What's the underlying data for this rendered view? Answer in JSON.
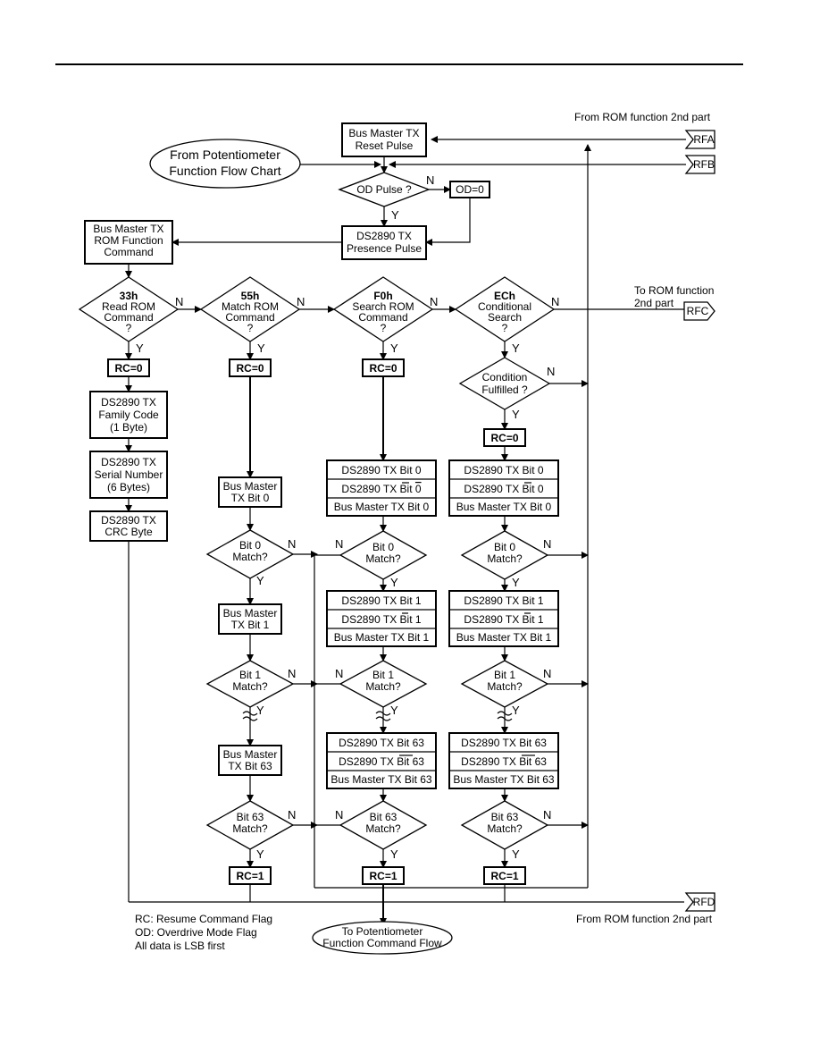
{
  "labels": {
    "from_rom_2nd_top": "From ROM function 2nd part",
    "from_rom_2nd_bottom": "From ROM function 2nd part",
    "to_rom_line1": "To ROM function",
    "to_rom_line2": "2nd part",
    "yes": "Y",
    "no": "N"
  },
  "connectors": {
    "rfa": "RFA",
    "rfb": "RFB",
    "rfc": "RFC",
    "rfd": "RFD"
  },
  "start": {
    "line1": "From Potentiometer",
    "line2": "Function Flow Chart"
  },
  "end": {
    "line1": "To Potentiometer",
    "line2": "Function Command Flow"
  },
  "reset": {
    "line1": "Bus Master TX",
    "line2": "Reset Pulse"
  },
  "od_decision": "OD Pulse ?",
  "od_zero": "OD=0",
  "presence": {
    "line1": "DS2890 TX",
    "line2": "Presence Pulse"
  },
  "rom_cmd": {
    "line1": "Bus Master TX",
    "line2": "ROM Function",
    "line3": "Command"
  },
  "cmd_33": {
    "code": "33h",
    "line1": "Read ROM",
    "line2": "Command",
    "line3": "?"
  },
  "cmd_55": {
    "code": "55h",
    "line1": "Match ROM",
    "line2": "Command",
    "line3": "?"
  },
  "cmd_f0": {
    "code": "F0h",
    "line1": "Search ROM",
    "line2": "Command",
    "line3": "?"
  },
  "cmd_ec": {
    "code": "ECh",
    "line1": "Conditional",
    "line2": "Search",
    "line3": "?"
  },
  "rc0": "RC=0",
  "rc1": "RC=1",
  "family": {
    "line1": "DS2890 TX",
    "line2": "Family Code",
    "line3": "(1 Byte)"
  },
  "serial": {
    "line1": "DS2890 TX",
    "line2": "Serial Number",
    "line3": "(6 Bytes)"
  },
  "crc": {
    "line1": "DS2890 TX",
    "line2": "CRC Byte"
  },
  "condition": {
    "line1": "Condition",
    "line2": "Fulfilled ?"
  },
  "bm_bit0": {
    "line1": "Bus Master",
    "line2": "TX Bit 0"
  },
  "bm_bit1": {
    "line1": "Bus Master",
    "line2": "TX Bit 1"
  },
  "bm_bit63": {
    "line1": "Bus Master",
    "line2": "TX Bit 63"
  },
  "tx_bit0": "DS2890 TX Bit 0",
  "tx_bit0_prefix": "DS2890 TX Bit",
  "tx_bit0_over": "0",
  "bmtx_bit0": "Bus Master TX Bit 0",
  "tx_bit1": "DS2890 TX Bit 1",
  "tx_bit1_prefix": "DS2890 TX Bit",
  "tx_bit1_over": "1",
  "bmtx_bit1": "Bus Master TX Bit 1",
  "tx_bit63": "DS2890 TX Bit 63",
  "tx_bit63_prefix": "DS2890 TX Bit",
  "tx_bit63_over": "63",
  "bmtx_bit63": "Bus Master TX Bit 63",
  "match0": {
    "line1": "Bit 0",
    "line2": "Match?"
  },
  "match1": {
    "line1": "Bit 1",
    "line2": "Match?"
  },
  "match63": {
    "line1": "Bit 63",
    "line2": "Match?"
  },
  "legend": {
    "rc": "RC: Resume Command Flag",
    "od": "OD: Overdrive Mode Flag",
    "lsb": "All data is LSB first"
  }
}
